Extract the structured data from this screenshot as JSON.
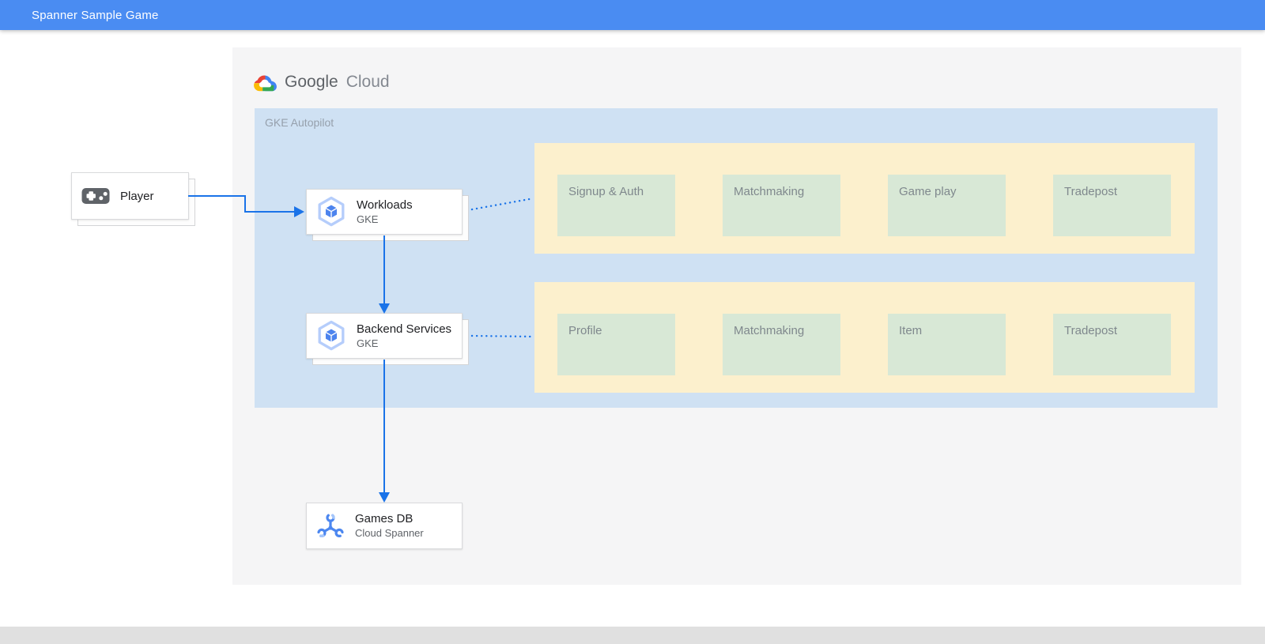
{
  "header": {
    "title": "Spanner Sample Game"
  },
  "canvas": {
    "logo": {
      "icon": "google-cloud-logo",
      "brand": "Google",
      "product": "Cloud"
    },
    "gke_container": {
      "label": "GKE Autopilot"
    },
    "nodes": {
      "player": {
        "label": "Player",
        "icon": "gamepad-icon"
      },
      "workloads": {
        "title": "Workloads",
        "subtitle": "GKE",
        "icon": "gke-icon"
      },
      "backend_services": {
        "title": "Backend Services",
        "subtitle": "GKE",
        "icon": "gke-icon"
      },
      "games_db": {
        "title": "Games DB",
        "subtitle": "Cloud Spanner",
        "icon": "cloud-spanner-icon"
      }
    },
    "workload_row": {
      "services": [
        "Signup & Auth",
        "Matchmaking",
        "Game play",
        "Tradepost"
      ]
    },
    "backend_row": {
      "services": [
        "Profile",
        "Matchmaking",
        "Item",
        "Tradepost"
      ]
    }
  },
  "colors": {
    "header_bg": "#4a8cf2",
    "connector_blue": "#1a73e8",
    "gke_container_bg": "#cfe1f3",
    "service_row_bg": "#fcf0cd",
    "service_box_bg": "#d8e8d6",
    "canvas_bg": "#f5f5f6",
    "footer_bg": "#e0e0e0"
  }
}
